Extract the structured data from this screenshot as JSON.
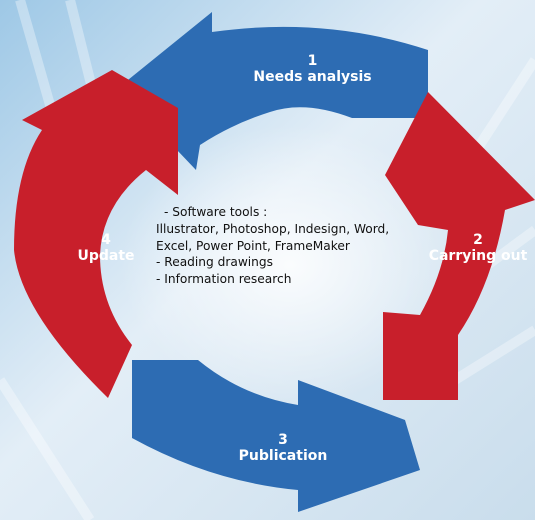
{
  "steps": [
    {
      "number": "1",
      "label": "Needs analysis",
      "color": "#2d6cb3"
    },
    {
      "number": "2",
      "label": "Carrying out",
      "color": "#c81f2b"
    },
    {
      "number": "3",
      "label": "Publication",
      "color": "#2d6cb3"
    },
    {
      "number": "4",
      "label": "Update",
      "color": "#c81f2b"
    }
  ],
  "center": {
    "heading": "- Software tools :",
    "tools_line1": "Illustrator, Photoshop, Indesign, Word,",
    "tools_line2": "Excel, Power Point, FrameMaker",
    "item2": "- Reading drawings",
    "item3": "- Information research"
  },
  "colors": {
    "background": "#cfe3f1",
    "blue_arrow": "#2d6cb3",
    "red_arrow": "#c81f2b"
  }
}
